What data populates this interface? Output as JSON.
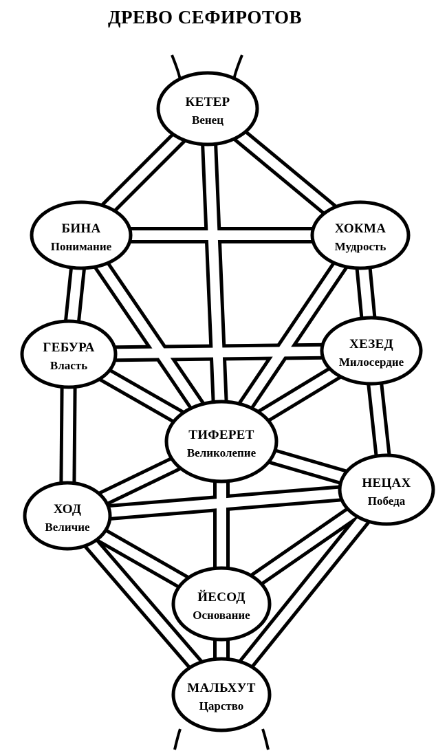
{
  "title": "ДРЕВО СЕФИРОТОВ",
  "sephirot": [
    {
      "id": "keter",
      "name": "КЕТЕР",
      "meaning": "Венец"
    },
    {
      "id": "binah",
      "name": "БИНА",
      "meaning": "Понимание"
    },
    {
      "id": "chokmah",
      "name": "ХОКМА",
      "meaning": "Мудрость"
    },
    {
      "id": "geburah",
      "name": "ГЕБУРА",
      "meaning": "Власть"
    },
    {
      "id": "chesed",
      "name": "ХЕЗЕД",
      "meaning": "Милосердие"
    },
    {
      "id": "tiferet",
      "name": "ТИФЕРЕТ",
      "meaning": "Великолепие"
    },
    {
      "id": "hod",
      "name": "ХОД",
      "meaning": "Величие"
    },
    {
      "id": "netzach",
      "name": "НЕЦАХ",
      "meaning": "Победа"
    },
    {
      "id": "yesod",
      "name": "ЙЕСОД",
      "meaning": "Основание"
    },
    {
      "id": "malkuth",
      "name": "МАЛЬХУТ",
      "meaning": "Царство"
    }
  ],
  "paths": [
    [
      "keter",
      "binah"
    ],
    [
      "keter",
      "chokmah"
    ],
    [
      "keter",
      "tiferet"
    ],
    [
      "binah",
      "chokmah"
    ],
    [
      "binah",
      "geburah"
    ],
    [
      "binah",
      "tiferet"
    ],
    [
      "chokmah",
      "chesed"
    ],
    [
      "chokmah",
      "tiferet"
    ],
    [
      "geburah",
      "chesed"
    ],
    [
      "geburah",
      "tiferet"
    ],
    [
      "geburah",
      "hod"
    ],
    [
      "chesed",
      "tiferet"
    ],
    [
      "chesed",
      "netzach"
    ],
    [
      "tiferet",
      "hod"
    ],
    [
      "tiferet",
      "netzach"
    ],
    [
      "tiferet",
      "yesod"
    ],
    [
      "hod",
      "netzach"
    ],
    [
      "hod",
      "yesod"
    ],
    [
      "hod",
      "malkuth"
    ],
    [
      "netzach",
      "yesod"
    ],
    [
      "netzach",
      "malkuth"
    ],
    [
      "yesod",
      "malkuth"
    ]
  ]
}
